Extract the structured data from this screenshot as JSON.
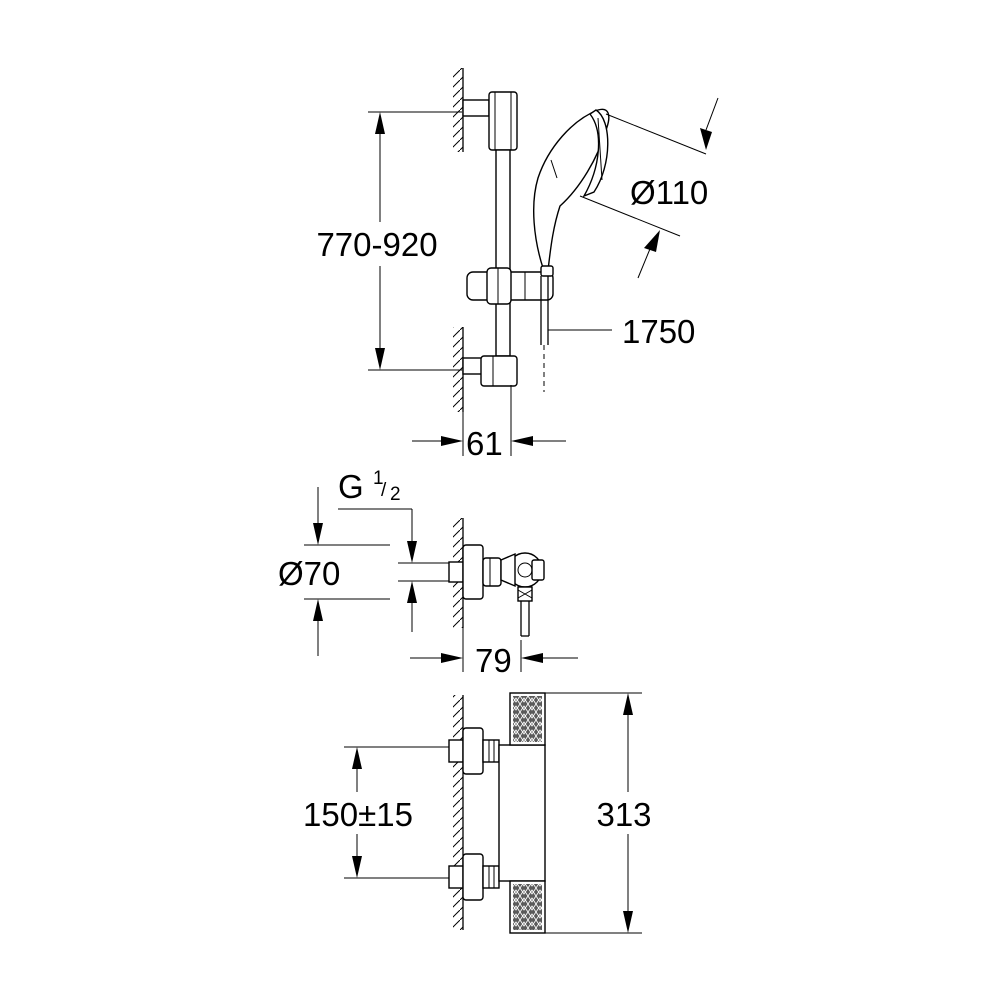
{
  "dimensions": {
    "rail_height": "770-920",
    "handshower_diameter": "Ø110",
    "hose_length": "1750",
    "rail_projection": "61",
    "thread": "G",
    "thread_num": "1",
    "thread_den": "2",
    "rosette_diameter": "Ø70",
    "elbow_projection": "79",
    "inlet_spacing": "150±15",
    "thermostat_length": "313"
  }
}
